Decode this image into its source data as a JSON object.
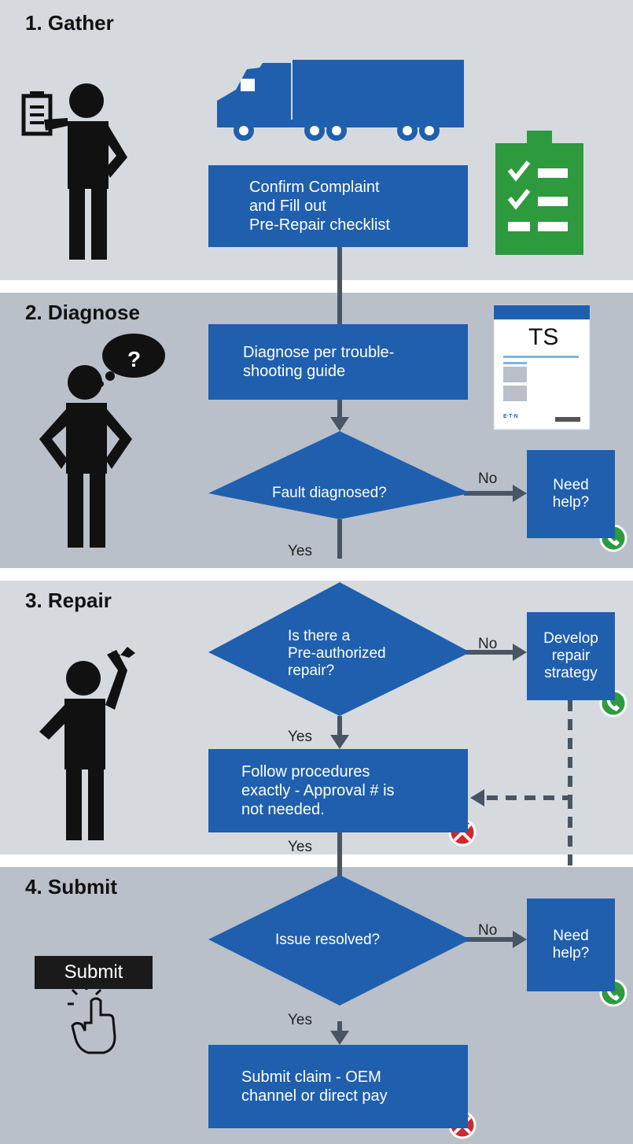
{
  "sections": {
    "gather": "1. Gather",
    "diagnose": "2. Diagnose",
    "repair": "3.  Repair",
    "submit": "4.  Submit"
  },
  "steps": {
    "confirm": "Confirm Complaint\nand Fill out\nPre-Repair checklist",
    "diagnose": "Diagnose per trouble-\nshooting guide",
    "fault_diagnosed": "Fault diagnosed?",
    "pre_authorized": "Is there a\nPre-authorized\nrepair?",
    "follow_procedures": "Follow procedures\nexactly - Approval # is\nnot needed.",
    "issue_resolved": "Issue resolved?",
    "submit_claim": "Submit claim - OEM\nchannel or direct pay",
    "need_help_1": "Need\nhelp?",
    "develop_strategy": "Develop\nrepair\nstrategy",
    "need_help_2": "Need\nhelp?"
  },
  "labels": {
    "no": "No",
    "yes": "Yes"
  },
  "document": {
    "title": "TS",
    "logo": "E·T·N"
  },
  "submit_button": "Submit",
  "colors": {
    "blue": "#1f5fad",
    "green": "#2e9a3e",
    "arrow": "#4a5563",
    "red": "#d0282e"
  }
}
